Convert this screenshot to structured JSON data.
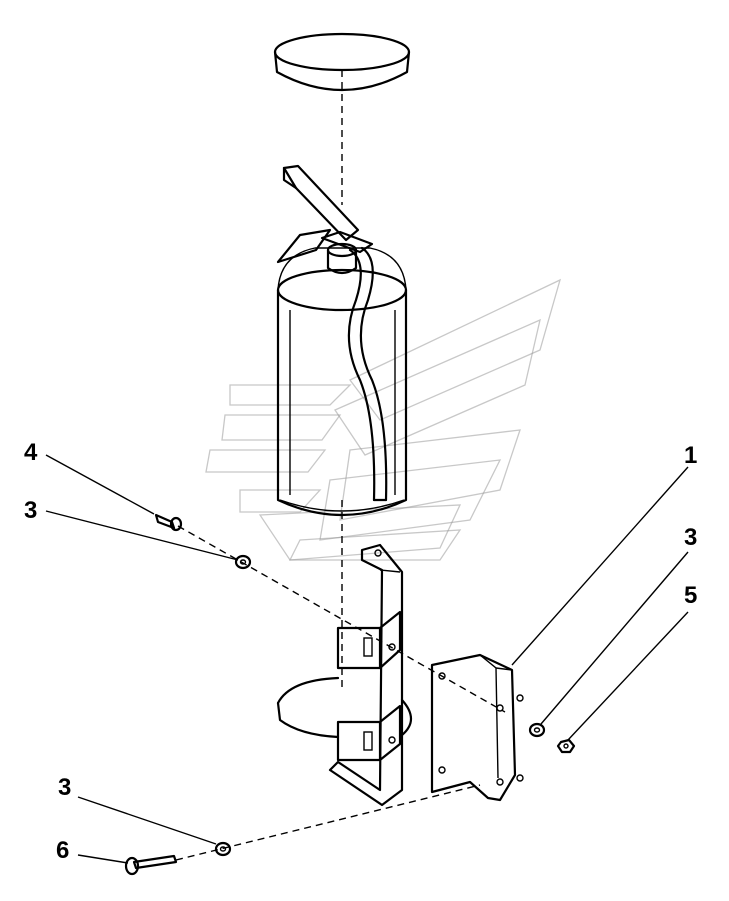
{
  "callouts": [
    {
      "id": "c1",
      "label": "1",
      "part": "mounting-plate"
    },
    {
      "id": "c3a",
      "label": "3",
      "part": "washer"
    },
    {
      "id": "c3b",
      "label": "3",
      "part": "washer"
    },
    {
      "id": "c3c",
      "label": "3",
      "part": "washer"
    },
    {
      "id": "c4",
      "label": "4",
      "part": "bolt"
    },
    {
      "id": "c5",
      "label": "5",
      "part": "nut"
    },
    {
      "id": "c6",
      "label": "6",
      "part": "bolt"
    }
  ]
}
